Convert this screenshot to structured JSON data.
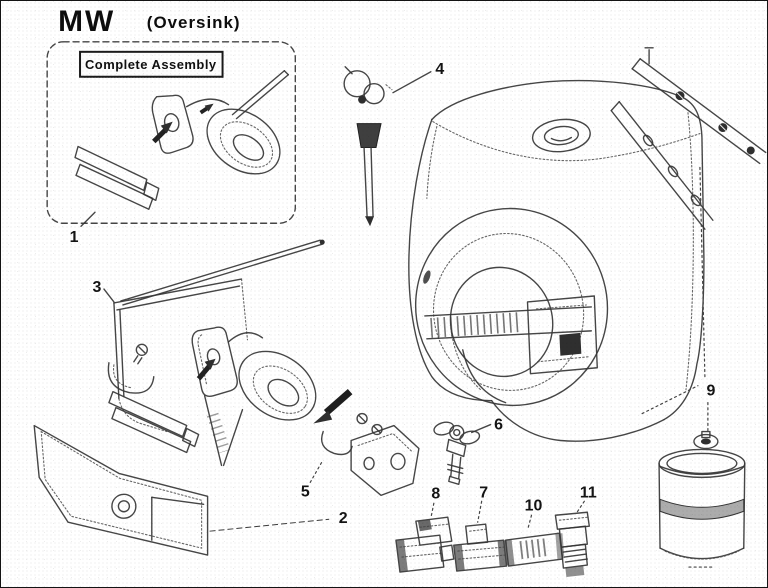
{
  "document": {
    "title": "MW",
    "subtitle": "(Oversink)"
  },
  "assembly_box": {
    "label": "Complete Assembly"
  },
  "callouts": {
    "c1": "1",
    "c2": "2",
    "c3": "3",
    "c4": "4",
    "c5": "5",
    "c6": "6",
    "c7": "7",
    "c8": "8",
    "c9": "9",
    "c10": "10",
    "c11": "11"
  },
  "colors": {
    "ink": "#333333",
    "paper": "#ffffff"
  }
}
